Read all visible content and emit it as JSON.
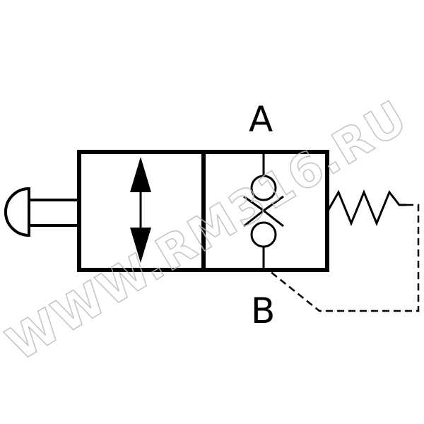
{
  "diagram": {
    "port_a_label": "A",
    "port_b_label": "B",
    "watermark_text": "WWW.RM316.RU",
    "colors": {
      "line": "#000000",
      "background": "#ffffff",
      "watermark": "#bdbdbd"
    }
  }
}
